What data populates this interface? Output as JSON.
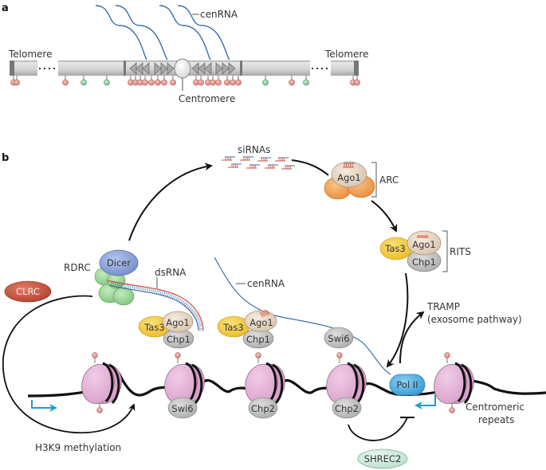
{
  "panel_a": {
    "label": "a",
    "telomere_left": "Telomere",
    "telomere_right": "Telomere",
    "centromere": "Centromere",
    "cenrna": "cenRNA"
  },
  "panel_b": {
    "label": "b",
    "sirnas": "siRNAs",
    "arc": "ARC",
    "rits": "RITS",
    "rdrc": "RDRC",
    "dsrna": "dsRNA",
    "clrc": "CLRC",
    "cenrna": "cenRNA",
    "tramp_line1": "TRAMP",
    "tramp_line2": "(exosome pathway)",
    "h3k9": "H3K9 methylation",
    "centromeric_line1": "Centromeric",
    "centromeric_line2": "repeats",
    "proteins": {
      "dicer": "Dicer",
      "ago1": "Ago1",
      "tas3": "Tas3",
      "chp1": "Chp1",
      "chp2": "Chp2",
      "swi6": "Swi6",
      "pol2": "Pol II",
      "shrec2": "SHREC2",
      "clrc": "CLRC"
    }
  },
  "colors": {
    "rna_blue": "#3a6fa8",
    "chromosome_gray": "#d4d4d4",
    "methyl_red": "#e0948c",
    "methyl_green": "#8cc79a",
    "nucleosome_pink": "#e4b6d8",
    "tas3_yellow": "#f3cd3c",
    "ago1_beige": "#e8d7c4",
    "chp_gray": "#bdbdbd",
    "dicer_blue": "#8fa6d8",
    "rdrc_green": "#9fd49a",
    "arc_orange": "#f0a254",
    "clrc_red": "#c9533f",
    "pol2_blue": "#4aa9dd",
    "shrec2_mint": "#cfe9dd",
    "tss_arrow": "#1a9fc9"
  }
}
